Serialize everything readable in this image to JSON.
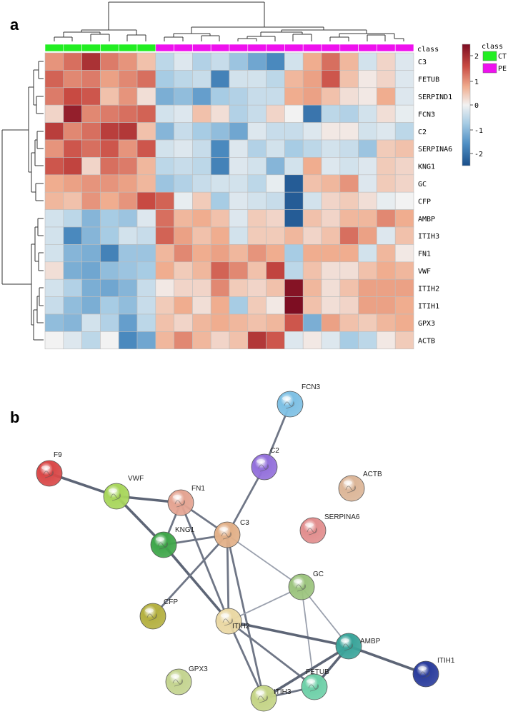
{
  "panels": {
    "a": "a",
    "b": "b"
  },
  "heatmap": {
    "class_bar_label": "class",
    "class_legend": {
      "title": "class",
      "items": [
        {
          "label": "CT",
          "color": "#22ee22"
        },
        {
          "label": "PE",
          "color": "#ee11ee"
        }
      ]
    },
    "color_scale": {
      "ticks": [
        "2",
        "1",
        "0",
        "-1",
        "-2"
      ],
      "low_color": "#1a4f8a",
      "mid_color": "#f2f2f2",
      "high_color": "#7d0d22"
    },
    "columns": [
      {
        "class": "CT"
      },
      {
        "class": "CT"
      },
      {
        "class": "CT"
      },
      {
        "class": "CT"
      },
      {
        "class": "CT"
      },
      {
        "class": "CT"
      },
      {
        "class": "PE"
      },
      {
        "class": "PE"
      },
      {
        "class": "PE"
      },
      {
        "class": "PE"
      },
      {
        "class": "PE"
      },
      {
        "class": "PE"
      },
      {
        "class": "PE"
      },
      {
        "class": "PE"
      },
      {
        "class": "PE"
      },
      {
        "class": "PE"
      },
      {
        "class": "PE"
      },
      {
        "class": "PE"
      },
      {
        "class": "PE"
      },
      {
        "class": "PE"
      }
    ],
    "rows": [
      "C3",
      "FETUB",
      "SERPIND1",
      "FCN3",
      "C2",
      "SERPINA6",
      "KNG1",
      "GC",
      "CFP",
      "AMBP",
      "ITIH3",
      "FN1",
      "VWF",
      "ITIH2",
      "ITIH1",
      "GPX3",
      "ACTB"
    ],
    "values": [
      [
        0.9,
        1.2,
        1.9,
        1.1,
        0.9,
        0.5,
        -0.5,
        -0.2,
        -0.6,
        -0.4,
        -0.8,
        -1.2,
        -1.6,
        -0.3,
        0.7,
        1.2,
        0.6,
        -0.3,
        0.3,
        -0.2
      ],
      [
        1.3,
        1.0,
        1.1,
        0.8,
        1.0,
        1.2,
        -0.7,
        -0.5,
        -0.4,
        -1.7,
        -0.3,
        -0.3,
        -0.5,
        0.6,
        0.8,
        1.4,
        0.5,
        0.1,
        0.3,
        -0.2
      ],
      [
        1.1,
        1.5,
        1.4,
        0.5,
        0.9,
        0.2,
        -1.1,
        -0.9,
        -1.3,
        -0.7,
        -0.6,
        -0.4,
        -0.4,
        0.7,
        0.8,
        0.5,
        0.2,
        0.1,
        0.7,
        -0.2
      ],
      [
        0.3,
        2.2,
        1.0,
        1.1,
        1.2,
        1.3,
        -0.3,
        -0.2,
        0.5,
        0.2,
        -0.6,
        -0.4,
        0.3,
        0.0,
        -1.9,
        -0.5,
        -0.6,
        -0.3,
        0.2,
        -0.1
      ],
      [
        1.7,
        1.0,
        1.2,
        1.7,
        1.8,
        0.5,
        -1.0,
        -0.4,
        -0.7,
        -0.9,
        -1.2,
        -0.2,
        -0.4,
        -0.4,
        -0.2,
        0.1,
        0.1,
        -0.3,
        -0.2,
        -0.5
      ],
      [
        0.9,
        1.4,
        1.2,
        1.4,
        0.9,
        1.4,
        -0.3,
        -0.2,
        -0.4,
        -1.6,
        -0.2,
        -0.6,
        -0.3,
        -0.7,
        -0.5,
        -0.3,
        -0.4,
        -0.8,
        0.4,
        0.5
      ],
      [
        1.4,
        1.6,
        0.3,
        1.2,
        1.1,
        0.6,
        -0.5,
        -0.4,
        -0.5,
        -1.7,
        -0.2,
        -0.3,
        -1.0,
        -0.3,
        0.7,
        -0.2,
        -0.3,
        -0.2,
        0.4,
        0.3
      ],
      [
        0.7,
        0.8,
        0.9,
        0.9,
        0.8,
        0.6,
        -0.8,
        -0.6,
        -0.4,
        -0.3,
        -0.3,
        -0.5,
        -0.1,
        -2.3,
        0.5,
        0.6,
        0.9,
        -0.2,
        0.4,
        0.3
      ],
      [
        0.6,
        0.5,
        0.9,
        0.7,
        0.9,
        1.5,
        1.3,
        -0.1,
        0.4,
        -0.7,
        -0.2,
        -0.3,
        -0.4,
        -2.3,
        -0.3,
        0.3,
        0.4,
        0.2,
        -0.1,
        0.0
      ],
      [
        -0.3,
        -0.5,
        -1.0,
        -0.7,
        -0.8,
        -0.2,
        1.2,
        0.6,
        0.7,
        0.5,
        -0.2,
        0.4,
        0.3,
        -2.3,
        0.5,
        0.3,
        0.6,
        0.6,
        1.0,
        0.7
      ],
      [
        -0.3,
        -1.6,
        -1.0,
        -0.7,
        -0.3,
        -0.4,
        1.3,
        0.8,
        0.5,
        0.7,
        -0.3,
        0.4,
        0.4,
        0.6,
        0.3,
        0.5,
        1.2,
        0.8,
        -0.2,
        0.5
      ],
      [
        -0.3,
        -1.0,
        -1.1,
        -1.7,
        -0.8,
        -0.8,
        0.6,
        1.0,
        0.7,
        0.8,
        0.6,
        0.9,
        0.7,
        -0.7,
        0.7,
        0.7,
        0.7,
        -0.3,
        0.6,
        0.1
      ],
      [
        0.2,
        -1.1,
        -1.2,
        -0.9,
        -0.8,
        -0.7,
        0.7,
        0.4,
        0.6,
        1.3,
        1.0,
        0.5,
        1.6,
        -0.5,
        0.5,
        0.2,
        0.2,
        0.5,
        0.7,
        0.6
      ],
      [
        -0.3,
        -0.6,
        -1.1,
        -1.2,
        -1.0,
        -0.4,
        0.1,
        0.3,
        0.3,
        1.0,
        0.4,
        0.3,
        0.5,
        2.4,
        0.6,
        0.2,
        0.5,
        0.8,
        0.8,
        0.8
      ],
      [
        -0.4,
        -0.9,
        -1.1,
        -0.7,
        -0.9,
        -0.4,
        0.4,
        0.7,
        0.2,
        0.7,
        -0.7,
        0.4,
        0.1,
        2.6,
        0.5,
        0.2,
        0.3,
        0.8,
        0.8,
        0.7
      ],
      [
        -0.9,
        -1.0,
        -0.3,
        -0.6,
        -1.3,
        -0.5,
        0.5,
        0.3,
        0.6,
        0.7,
        0.6,
        0.5,
        0.6,
        1.4,
        -1.1,
        0.8,
        0.5,
        0.4,
        0.6,
        0.7
      ],
      [
        0.0,
        -0.2,
        -0.5,
        0.0,
        -1.6,
        -1.2,
        0.6,
        1.0,
        0.6,
        0.3,
        0.5,
        1.8,
        1.4,
        -0.2,
        0.1,
        -0.2,
        -0.7,
        -0.5,
        0.1,
        0.4
      ]
    ]
  },
  "network": {
    "nodes": [
      {
        "id": "F9",
        "label": "F9",
        "color": "#d94848"
      },
      {
        "id": "VWF",
        "label": "VWF",
        "color": "#a8d65c"
      },
      {
        "id": "FN1",
        "label": "FN1",
        "color": "#e4a492"
      },
      {
        "id": "KNG1",
        "label": "KNG1",
        "color": "#3fa64a"
      },
      {
        "id": "C3",
        "label": "C3",
        "color": "#e2b088"
      },
      {
        "id": "C2",
        "label": "C2",
        "color": "#9370db"
      },
      {
        "id": "FCN3",
        "label": "FCN3",
        "color": "#7ec0e4"
      },
      {
        "id": "ACTB",
        "label": "ACTB",
        "color": "#dcb698"
      },
      {
        "id": "SERPINA6",
        "label": "SERPINA6",
        "color": "#e28e8e"
      },
      {
        "id": "GC",
        "label": "GC",
        "color": "#9cc47e"
      },
      {
        "id": "CFP",
        "label": "CFP",
        "color": "#b4b040"
      },
      {
        "id": "ITIH2",
        "label": "ITIH2",
        "color": "#ead8a4"
      },
      {
        "id": "AMBP",
        "label": "AMBP",
        "color": "#3aa49a"
      },
      {
        "id": "GPX3",
        "label": "GPX3",
        "color": "#c4d490"
      },
      {
        "id": "ITIH3",
        "label": "ITIH3",
        "color": "#c4d486"
      },
      {
        "id": "FETUB",
        "label": "FETUB",
        "color": "#6ed0a8"
      },
      {
        "id": "ITIH1",
        "label": "ITIH1",
        "color": "#2a3c9c"
      }
    ],
    "edges": [
      {
        "source": "F9",
        "target": "VWF",
        "strength": "strong"
      },
      {
        "source": "VWF",
        "target": "FN1",
        "strength": "strong"
      },
      {
        "source": "VWF",
        "target": "KNG1",
        "strength": "strong"
      },
      {
        "source": "FN1",
        "target": "KNG1",
        "strength": "medium"
      },
      {
        "source": "FN1",
        "target": "C3",
        "strength": "medium"
      },
      {
        "source": "FN1",
        "target": "ITIH2",
        "strength": "medium"
      },
      {
        "source": "KNG1",
        "target": "C3",
        "strength": "medium"
      },
      {
        "source": "KNG1",
        "target": "ITIH2",
        "strength": "strong"
      },
      {
        "source": "C3",
        "target": "C2",
        "strength": "medium"
      },
      {
        "source": "C2",
        "target": "FCN3",
        "strength": "medium"
      },
      {
        "source": "C3",
        "target": "CFP",
        "strength": "medium"
      },
      {
        "source": "C3",
        "target": "ITIH2",
        "strength": "medium"
      },
      {
        "source": "C3",
        "target": "GC",
        "strength": "weak"
      },
      {
        "source": "C3",
        "target": "ITIH3",
        "strength": "medium"
      },
      {
        "source": "GC",
        "target": "ITIH2",
        "strength": "weak"
      },
      {
        "source": "GC",
        "target": "AMBP",
        "strength": "weak"
      },
      {
        "source": "GC",
        "target": "FETUB",
        "strength": "weak"
      },
      {
        "source": "ITIH2",
        "target": "AMBP",
        "strength": "strong"
      },
      {
        "source": "ITIH2",
        "target": "ITIH3",
        "strength": "medium"
      },
      {
        "source": "ITIH2",
        "target": "FETUB",
        "strength": "medium"
      },
      {
        "source": "AMBP",
        "target": "ITIH3",
        "strength": "strong"
      },
      {
        "source": "AMBP",
        "target": "FETUB",
        "strength": "strong"
      },
      {
        "source": "AMBP",
        "target": "ITIH1",
        "strength": "strong"
      },
      {
        "source": "ITIH3",
        "target": "FETUB",
        "strength": "medium"
      }
    ]
  }
}
